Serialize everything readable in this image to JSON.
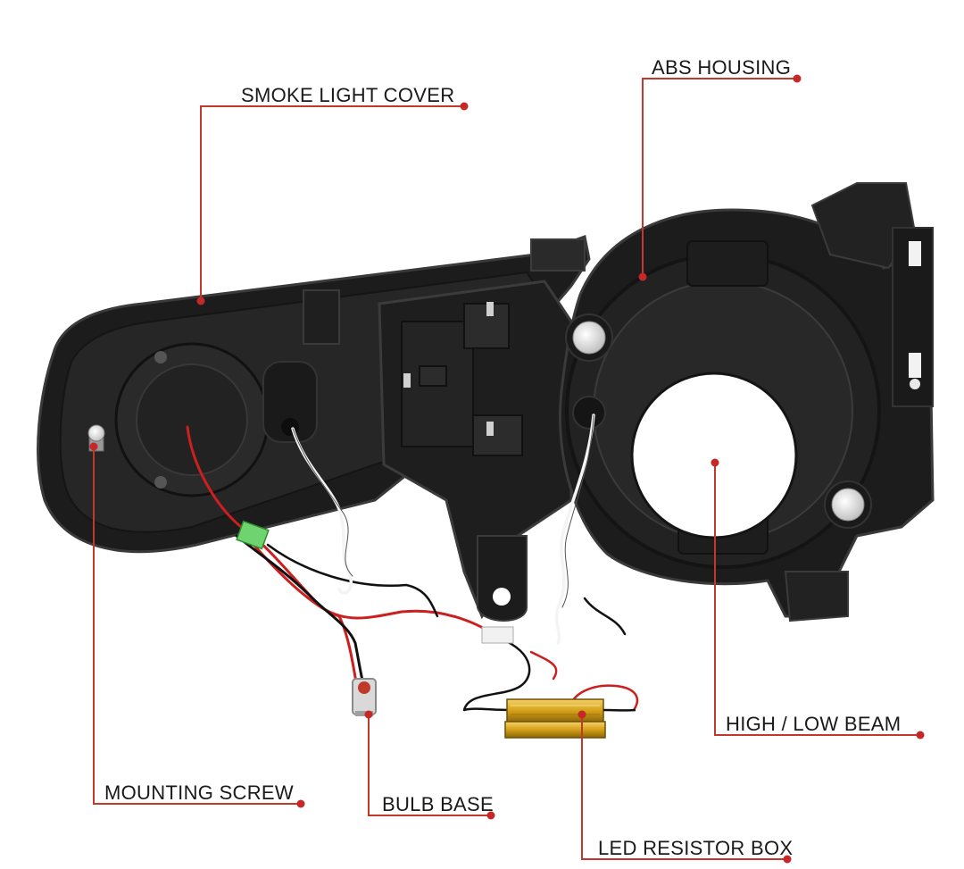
{
  "callouts": {
    "smoke_light_cover": "SMOKE LIGHT COVER",
    "abs_housing": "ABS HOUSING",
    "high_low_beam": "HIGH / LOW BEAM",
    "mounting_screw": "MOUNTING SCREW",
    "bulb_base": "BULB BASE",
    "led_resistor_box": "LED RESISTOR BOX"
  },
  "colors": {
    "callout_line": "#c0392b",
    "callout_dot": "#c62828",
    "housing": "#1e1e1e",
    "housing_edge": "#3a3a3a",
    "resistor_gold": "#d4a017"
  },
  "icons": {
    "product": "headlight-assembly-back-view"
  }
}
